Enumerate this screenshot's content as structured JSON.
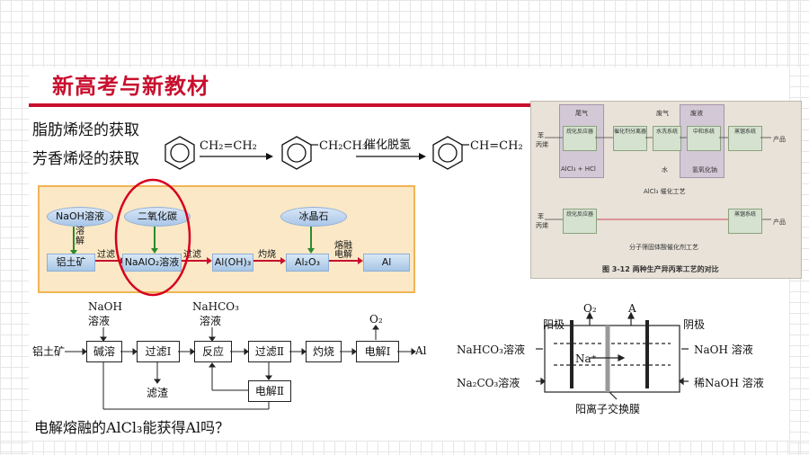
{
  "slide": {
    "title": "新高考与新教材",
    "line1": "脂肪烯烃的获取",
    "line2": "芳香烯烃的获取",
    "question": "电解熔融的AlCl₃能获得Al吗？"
  },
  "reaction": {
    "reagent1": "CH₂=CH₂",
    "product1": "CH₂CH₃",
    "step2": "催化脱氢",
    "product2": "CH=CH₂"
  },
  "orange_flow": {
    "naoh": "NaOH溶液",
    "co2": "二氧化碳",
    "cryolite": "冰晶石",
    "dissolve": "溶解",
    "ore": "铝土矿",
    "filter1": "过滤",
    "naalo2": "NaAlO₂溶液",
    "filter2": "过滤",
    "aloh3": "Al(OH)₃",
    "calcine": "灼烧",
    "al2o3": "Al₂O₃",
    "melt": "熔融",
    "electrolysis": "电解",
    "al": "Al"
  },
  "photo": {
    "caption": "图 3-12   两种生产异丙苯工艺的对比",
    "label_top": "AlCl₃ 催化工艺",
    "label_bottom": "分子筛固体酸催化剂工艺",
    "benzene": "苯",
    "propylene": "丙烯",
    "tail_gas": "尾气",
    "waste_gas": "废气",
    "waste_liquid": "废液",
    "alkylation": "烷化反应器",
    "catalyst_sep": "催化剂分离器",
    "water_wash": "水洗系统",
    "neutralize": "中和系统",
    "distill": "蒸馏系统",
    "product": "产品",
    "alcl3_hcl": "AlCl₃ + HCl",
    "water": "水",
    "naoh": "氢氧化钠"
  },
  "process_flow": {
    "naoh": "NaOH",
    "naoh_sol": "溶液",
    "nahco3": "NaHCO₃",
    "nahco3_sol": "溶液",
    "o2": "O₂",
    "ore": "铝土矿",
    "alkali_dissolve": "碱溶",
    "filter1": "过滤Ⅰ",
    "react": "反应",
    "filter2": "过滤Ⅱ",
    "calcine": "灼烧",
    "electro1": "电解Ⅰ",
    "al": "Al",
    "residue": "滤渣",
    "electro2": "电解Ⅱ"
  },
  "cell": {
    "o2": "O₂",
    "a": "A",
    "anode": "阳极",
    "cathode": "阴极",
    "nahco3_out": "NaHCO₃溶液",
    "na2co3_in": "Na₂CO₃溶液",
    "naoh_out": "NaOH 溶液",
    "dilute_naoh_in": "稀NaOH 溶液",
    "na_ion": "Na⁺",
    "membrane": "阳离子交换膜"
  }
}
